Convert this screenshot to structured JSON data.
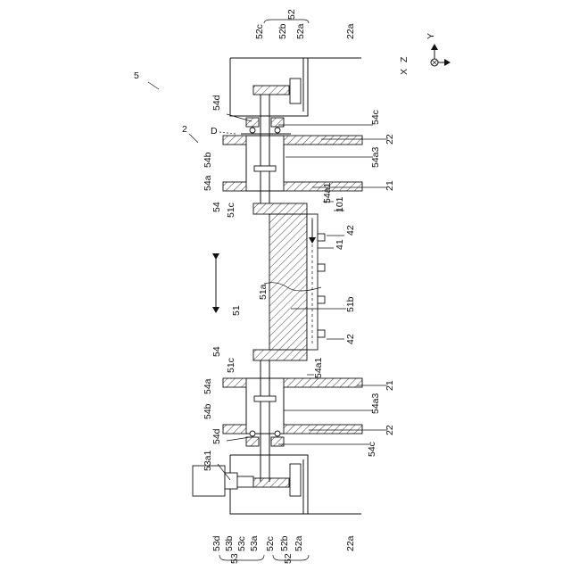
{
  "figure": {
    "ref_main": "5",
    "ref_2": "2",
    "ref_D": "D",
    "axes": {
      "z": "Z",
      "y": "Y",
      "x": "X"
    },
    "labels": {
      "52c_top": "52c",
      "52b_top": "52b",
      "52": "52",
      "52a_top": "52a",
      "22a_top": "22a",
      "54d_top": "54d",
      "54c_top": "54c",
      "22_top": "22",
      "54a3_top": "54a3",
      "21_top": "21",
      "54b_top": "54b",
      "54a_top": "54a",
      "54_top": "54",
      "51c_top": "51c",
      "54a1_top": "54a1",
      "101": "101",
      "42_top": "42",
      "41": "41",
      "51a": "51a",
      "51": "51",
      "51b": "51b",
      "42_bot": "42",
      "54_bot": "54",
      "51c_bot": "51c",
      "54a1_bot": "54a1",
      "54a_bot": "54a",
      "21_bot": "21",
      "54b_bot": "54b",
      "54a3_bot": "54a3",
      "54d_bot": "54d",
      "22_bot": "22",
      "54c_bot": "54c",
      "53a1": "53a1",
      "53d": "53d",
      "53b": "53b",
      "53c": "53c",
      "53a": "53a",
      "52c_bot": "52c",
      "52b_bot": "52b",
      "52a_bot": "52a",
      "53": "53",
      "52_bot": "52",
      "22a_bot": "22a"
    }
  }
}
